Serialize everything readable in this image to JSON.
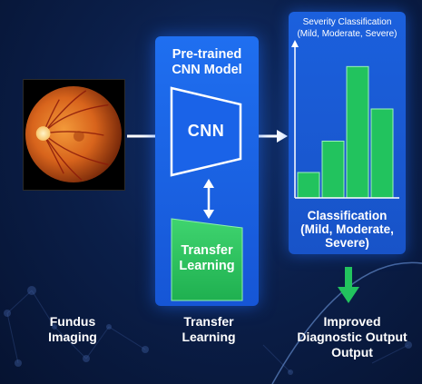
{
  "labels": {
    "fundus_caption": "Fundus\nImaging",
    "panel_title": "Pre-trained\nCNN Model",
    "cnn": "CNN",
    "transfer_box": "Transfer\nLearning",
    "transfer_caption": "Transfer\nLearning",
    "classification": "Classification\n(Mild, Moderate,\nSevere)",
    "output_caption": "Improved\nDiagnostic Output\nOutput"
  },
  "chart_data": {
    "type": "bar",
    "title": "Severity Classification\n(Mild, Moderate, Severe)",
    "xlabel": "",
    "ylabel": "",
    "categories": [
      "",
      "",
      "",
      ""
    ],
    "values": [
      30,
      67,
      155,
      105
    ],
    "ylim": [
      0,
      180
    ],
    "grid": false,
    "bar_color": "#22c35e"
  },
  "colors": {
    "panel_blue": "#1f6ff0",
    "green": "#22c35e",
    "background": "#0b1f4a"
  }
}
